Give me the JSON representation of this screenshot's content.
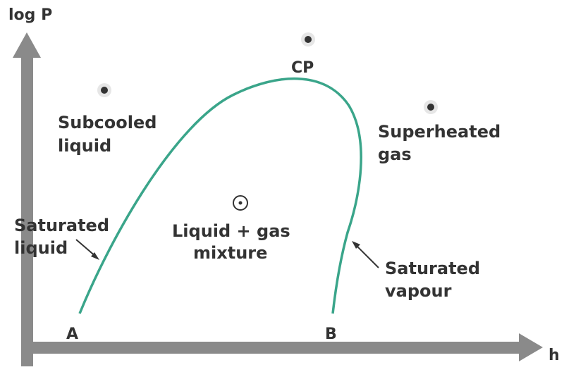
{
  "axes": {
    "y_label": "log P",
    "x_label": "h"
  },
  "points": {
    "critical_point": "CP",
    "a": "A",
    "b": "B"
  },
  "regions": {
    "subcooled_line1": "Subcooled",
    "subcooled_line2": "liquid",
    "superheated_line1": "Superheated",
    "superheated_line2": "gas",
    "mixture_line1": "Liquid + gas",
    "mixture_line2": "mixture"
  },
  "curves": {
    "sat_liquid_line1": "Saturated",
    "sat_liquid_line2": "liquid",
    "sat_vapour_line1": "Saturated",
    "sat_vapour_line2": "vapour"
  },
  "colors": {
    "axis": "#8a8a8a",
    "dome": "#3aa58a",
    "text": "#333333",
    "marker": "#333333"
  }
}
